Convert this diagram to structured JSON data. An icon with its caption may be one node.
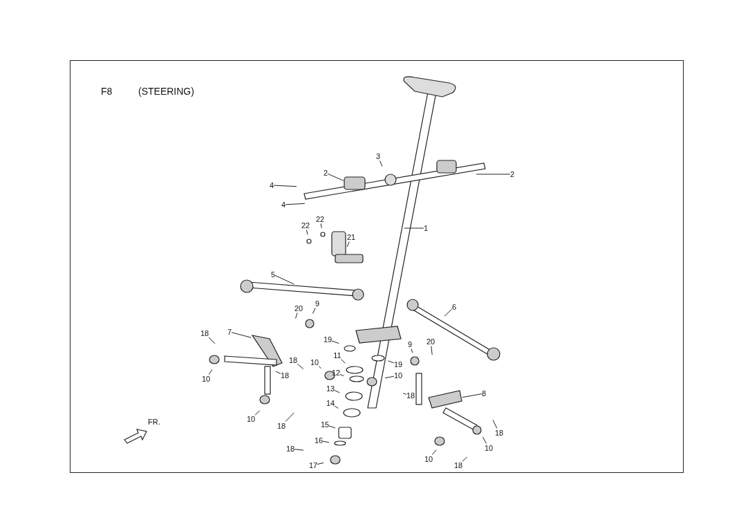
{
  "diagram": {
    "nodes": [
      {
        "text": [
          "3"
        ]
      },
      {
        "text": [
          "2"
        ]
      },
      {
        "text": [
          "2"
        ]
      },
      {
        "text": [
          "4"
        ]
      },
      {
        "text": [
          "4"
        ]
      },
      {
        "text": [
          "22"
        ]
      },
      {
        "text": [
          "22"
        ]
      },
      {
        "text": [
          "21"
        ]
      },
      {
        "text": [
          "1"
        ]
      },
      {
        "text": [
          "5"
        ]
      },
      {
        "text": [
          "6"
        ]
      },
      {
        "text": [
          "20"
        ]
      },
      {
        "text": [
          "9"
        ]
      },
      {
        "text": [
          "18"
        ]
      },
      {
        "text": [
          "7"
        ]
      },
      {
        "text": [
          "19"
        ]
      },
      {
        "text": [
          "9"
        ]
      },
      {
        "text": [
          "20"
        ]
      },
      {
        "text": [
          "10"
        ]
      },
      {
        "text": [
          "11"
        ]
      },
      {
        "text": [
          "18"
        ]
      },
      {
        "text": [
          "10"
        ]
      },
      {
        "text": [
          "12"
        ]
      },
      {
        "text": [
          "19"
        ]
      },
      {
        "text": [
          "18"
        ]
      },
      {
        "text": [
          "10"
        ]
      },
      {
        "text": [
          "13"
        ]
      },
      {
        "text": [
          "18"
        ]
      },
      {
        "text": [
          "8"
        ]
      },
      {
        "text": [
          "14"
        ]
      },
      {
        "text": [
          "10"
        ]
      },
      {
        "text": [
          "18"
        ]
      },
      {
        "text": [
          "15"
        ]
      },
      {
        "text": [
          "18"
        ]
      },
      {
        "text": [
          "16"
        ]
      },
      {
        "text": [
          "10"
        ]
      },
      {
        "text": [
          "18"
        ]
      },
      {
        "text": [
          "10"
        ]
      },
      {
        "text": [
          "18"
        ]
      },
      {
        "text": [
          "17"
        ]
      }
    ],
    "edges": [
      {
        "from": 0,
        "to": null,
        "arrow": "none"
      },
      {
        "from": 1,
        "to": null,
        "arrow": "none"
      },
      {
        "from": 2,
        "to": null,
        "arrow": "none"
      },
      {
        "from": 3,
        "to": null,
        "arrow": "none"
      },
      {
        "from": 4,
        "to": null,
        "arrow": "none"
      },
      {
        "from": 5,
        "to": null,
        "arrow": "none"
      },
      {
        "from": 6,
        "to": null,
        "arrow": "none"
      },
      {
        "from": 7,
        "to": null,
        "arrow": "none"
      },
      {
        "from": 8,
        "to": null,
        "arrow": "none"
      },
      {
        "from": 9,
        "to": null,
        "arrow": "none"
      },
      {
        "from": 10,
        "to": null,
        "arrow": "none"
      },
      {
        "from": 11,
        "to": null,
        "arrow": "none"
      },
      {
        "from": 12,
        "to": null,
        "arrow": "none"
      },
      {
        "from": 13,
        "to": null,
        "arrow": "none"
      },
      {
        "from": 14,
        "to": null,
        "arrow": "none"
      },
      {
        "from": 15,
        "to": null,
        "arrow": "none"
      },
      {
        "from": 16,
        "to": null,
        "arrow": "none"
      },
      {
        "from": 17,
        "to": null,
        "arrow": "none"
      },
      {
        "from": 18,
        "to": null,
        "arrow": "none"
      },
      {
        "from": 19,
        "to": null,
        "arrow": "none"
      },
      {
        "from": 20,
        "to": null,
        "arrow": "none"
      },
      {
        "from": 21,
        "to": null,
        "arrow": "none"
      },
      {
        "from": 22,
        "to": null,
        "arrow": "none"
      },
      {
        "from": 23,
        "to": null,
        "arrow": "none"
      },
      {
        "from": 24,
        "to": null,
        "arrow": "none"
      },
      {
        "from": 25,
        "to": null,
        "arrow": "none"
      },
      {
        "from": 26,
        "to": null,
        "arrow": "none"
      },
      {
        "from": 27,
        "to": null,
        "arrow": "none"
      },
      {
        "from": 28,
        "to": null,
        "arrow": "none"
      },
      {
        "from": 29,
        "to": null,
        "arrow": "none"
      },
      {
        "from": 30,
        "to": null,
        "arrow": "none"
      },
      {
        "from": 31,
        "to": null,
        "arrow": "none"
      },
      {
        "from": 32,
        "to": null,
        "arrow": "none"
      },
      {
        "from": 33,
        "to": null,
        "arrow": "none"
      },
      {
        "from": 34,
        "to": null,
        "arrow": "none"
      },
      {
        "from": 35,
        "to": null,
        "arrow": "none"
      },
      {
        "from": 36,
        "to": null,
        "arrow": "none"
      },
      {
        "from": 37,
        "to": null,
        "arrow": "none"
      },
      {
        "from": 38,
        "to": null,
        "arrow": "none"
      },
      {
        "from": 39,
        "to": null,
        "arrow": "none"
      }
    ],
    "labels": [
      "F8",
      "(STEERING)",
      "FR."
    ]
  }
}
